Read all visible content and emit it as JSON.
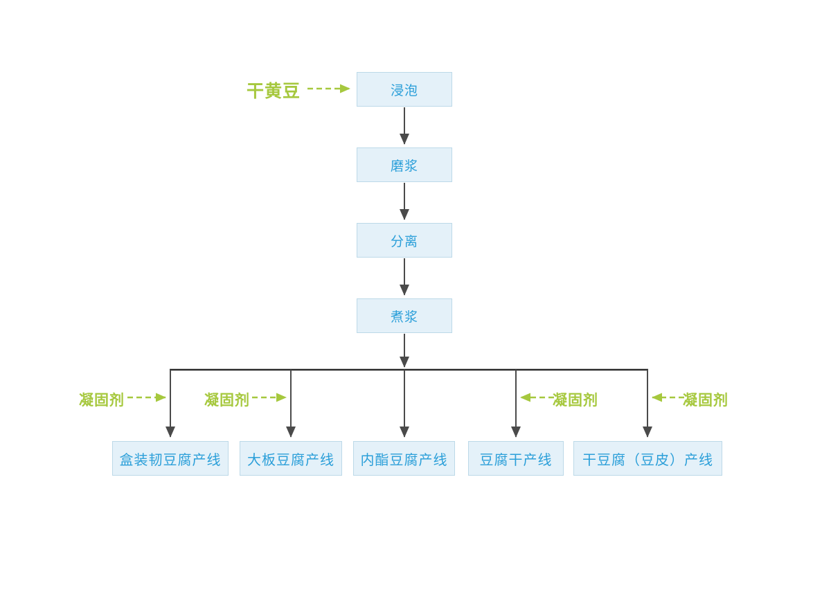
{
  "diagram": {
    "title": "tofu-production-flowchart",
    "input_label": "干黄豆",
    "process_steps": [
      {
        "label": "浸泡"
      },
      {
        "label": "磨浆"
      },
      {
        "label": "分离"
      },
      {
        "label": "煮浆"
      }
    ],
    "output_lines": [
      {
        "label": "盒装韧豆腐产线"
      },
      {
        "label": "大板豆腐产线"
      },
      {
        "label": "内酯豆腐产线"
      },
      {
        "label": "豆腐干产线"
      },
      {
        "label": "干豆腐（豆皮）产线"
      }
    ],
    "coagulant_inputs": [
      {
        "label": "凝固剂",
        "arrow_direction": "right",
        "target": "盒装韧豆腐产线"
      },
      {
        "label": "凝固剂",
        "arrow_direction": "right",
        "target": "大板豆腐产线"
      },
      {
        "label": "凝固剂",
        "arrow_direction": "left",
        "target": "豆腐干产线"
      },
      {
        "label": "凝固剂",
        "arrow_direction": "left",
        "target": "干豆腐（豆皮）产线"
      }
    ],
    "colors": {
      "node_fill": "#e4f1f9",
      "node_border": "#bcd9e8",
      "node_text": "#2b9fd9",
      "connector_dark": "#4a4a4a",
      "branch_line": "#2b2b2b",
      "accent_green": "#a6c83e",
      "background": "#ffffff"
    }
  }
}
